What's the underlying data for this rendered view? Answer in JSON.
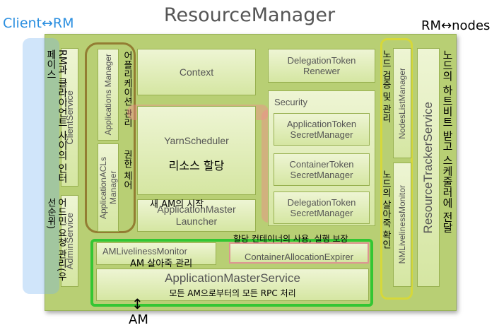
{
  "title": "ResourceManager",
  "annotations": {
    "client_rm": "Client↔RM",
    "rm_nodes": "RM↔nodes",
    "am": "AM",
    "am_arrow": "↕",
    "client_service_note": "RM과 클라이언트 사이의 인터페이스",
    "admin_note": "어드민 요청 관리(우선순위)",
    "apps_manager_note": "어플리케이션 관리",
    "scheduler_note": "리소스 할당",
    "acl_note": "권한 체어",
    "launcher_note": "새 AM의 시작",
    "expirer_note": "할당 컨테이너의 사용, 실행 보장",
    "am_liveliness_note": "AM 살아죽 관리",
    "am_service_note": "모든 AM으로부터의 모든 RPC 처리",
    "nodes_list_note": "노드 검증 및 관리",
    "nm_liveliness_note": "노드의 살아죽 확인",
    "tracker_note": "노드의 하트비트 받고 스케줄러에 전달"
  },
  "components": {
    "client_service": "ClientService",
    "admin_service": "AdminService",
    "applications_manager": "Applications Manager",
    "applications_acls_manager": "ApplicationACLs Manager",
    "context": "Context",
    "yarn_scheduler": "YarnScheduler",
    "am_launcher": "ApplicationMaster Launcher",
    "delegation_token_renewer": "DelegationToken Renewer",
    "security": "Security",
    "app_token_secret_manager": "ApplicationToken SecretManager",
    "container_token_secret_manager": "ContainerToken SecretManager",
    "delegation_token_secret_manager": "DelegationToken SecretManager",
    "am_liveliness_monitor": "AMLivelinessMonitor",
    "container_allocation_expirer": "ContainerAllocationExpirer",
    "am_service": "ApplicationMasterService",
    "nodes_list_manager": "NodesListManager",
    "nm_liveliness_monitor": "NMLivelinessMonitor",
    "resource_tracker_service": "ResourceTrackerService"
  }
}
